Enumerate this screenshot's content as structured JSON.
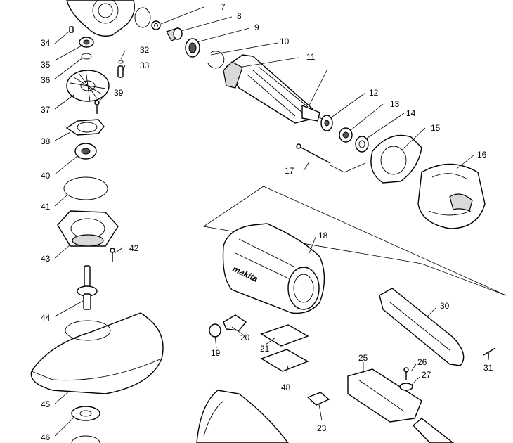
{
  "labels": {
    "p7": "7",
    "p8": "8",
    "p9": "9",
    "p10": "10",
    "p11": "11",
    "p12": "12",
    "p13": "13",
    "p14": "14",
    "p15": "15",
    "p16": "16",
    "p17": "17",
    "p18": "18",
    "p19": "19",
    "p20": "20",
    "p21": "21",
    "p23": "23",
    "p25": "25",
    "p26": "26",
    "p27": "27",
    "p30": "30",
    "p31": "31",
    "p32": "32",
    "p33": "33",
    "p34": "34",
    "p35": "35",
    "p36": "36",
    "p37": "37",
    "p38": "38",
    "p39": "39",
    "p40": "40",
    "p41": "41",
    "p42": "42",
    "p43": "43",
    "p44": "44",
    "p45": "45",
    "p46": "46",
    "p48": "48"
  },
  "brand_logo": "makita",
  "colors": {
    "line": "#000000",
    "background": "#ffffff",
    "shade": "#d9d9d9"
  }
}
